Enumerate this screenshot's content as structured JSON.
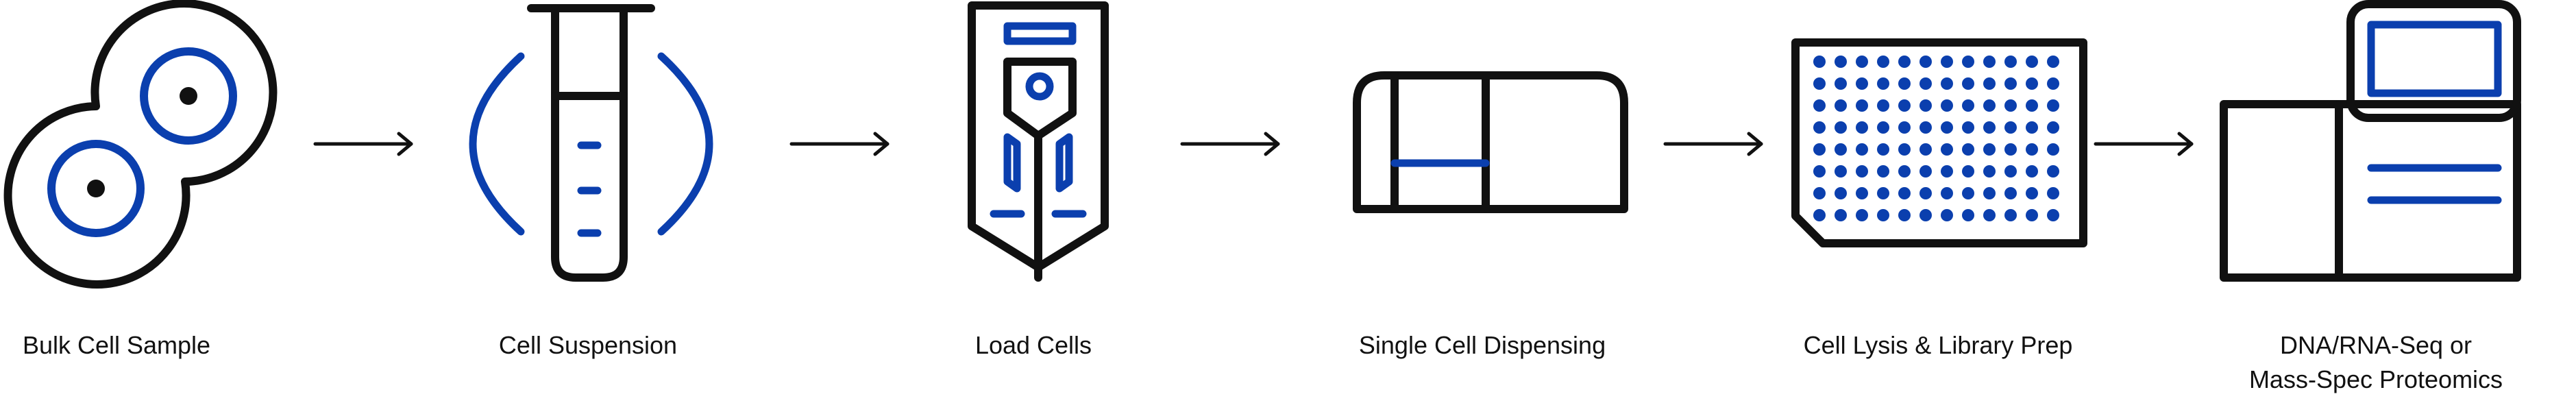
{
  "colors": {
    "ink": "#111111",
    "accent": "#0b3fae",
    "background": "#ffffff"
  },
  "steps": [
    {
      "label": "Bulk Cell Sample",
      "icon": "bulk-cells-icon"
    },
    {
      "label": "Cell Suspension",
      "icon": "test-tube-icon"
    },
    {
      "label": "Load Cells",
      "icon": "cell-cartridge-icon"
    },
    {
      "label": "Single Cell Dispensing",
      "icon": "dispenser-icon"
    },
    {
      "label": "Cell Lysis & Library Prep",
      "icon": "well-plate-icon"
    },
    {
      "label_line1": "DNA/RNA-Seq or",
      "label_line2": "Mass-Spec Proteomics",
      "icon": "sequencer-icon"
    }
  ],
  "arrows": [
    "arrow-icon",
    "arrow-icon",
    "arrow-icon",
    "arrow-icon",
    "arrow-icon"
  ]
}
